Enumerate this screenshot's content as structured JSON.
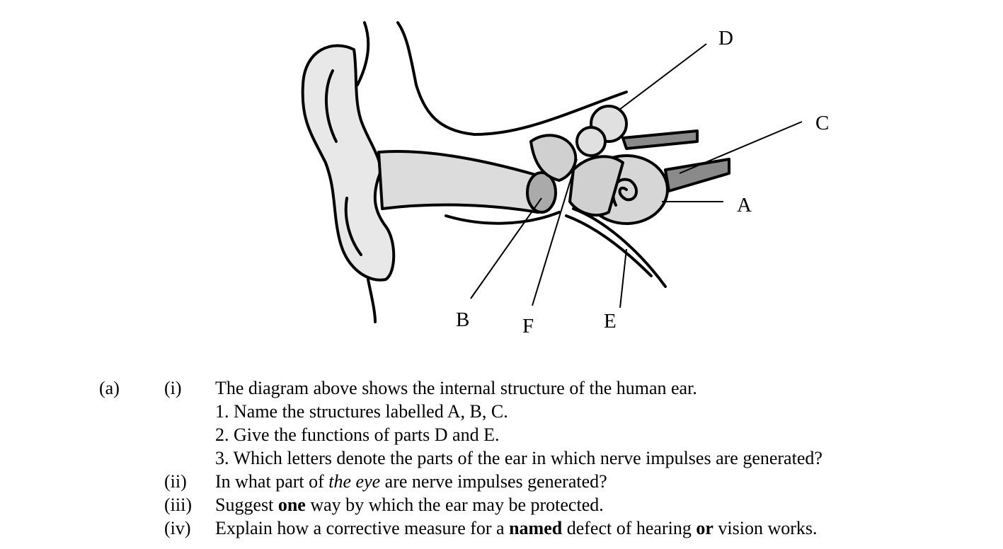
{
  "diagram": {
    "labels": {
      "A": "A",
      "B": "B",
      "C": "C",
      "D": "D",
      "E": "E",
      "F": "F"
    }
  },
  "question": {
    "part": "(a)",
    "sub_i": {
      "num": "(i)",
      "intro": "The diagram above shows the internal structure of the human ear.",
      "items": [
        "1. Name the structures labelled A, B, C.",
        "2. Give the functions of parts D and E.",
        "3. Which letters denote the parts of the ear in which nerve impulses are generated?"
      ]
    },
    "sub_ii": {
      "num": "(ii)",
      "text_before": "In what part of ",
      "text_italic": "the eye",
      "text_after": " are nerve impulses generated?"
    },
    "sub_iii": {
      "num": "(iii)",
      "text_before": "Suggest ",
      "text_bold": "one",
      "text_after": " way by which the ear may be protected."
    },
    "sub_iv": {
      "num": "(iv)",
      "text_1": "Explain how a corrective measure for a ",
      "text_bold_1": "named",
      "text_2": " defect of hearing ",
      "text_bold_2": "or",
      "text_3": " vision works."
    }
  }
}
